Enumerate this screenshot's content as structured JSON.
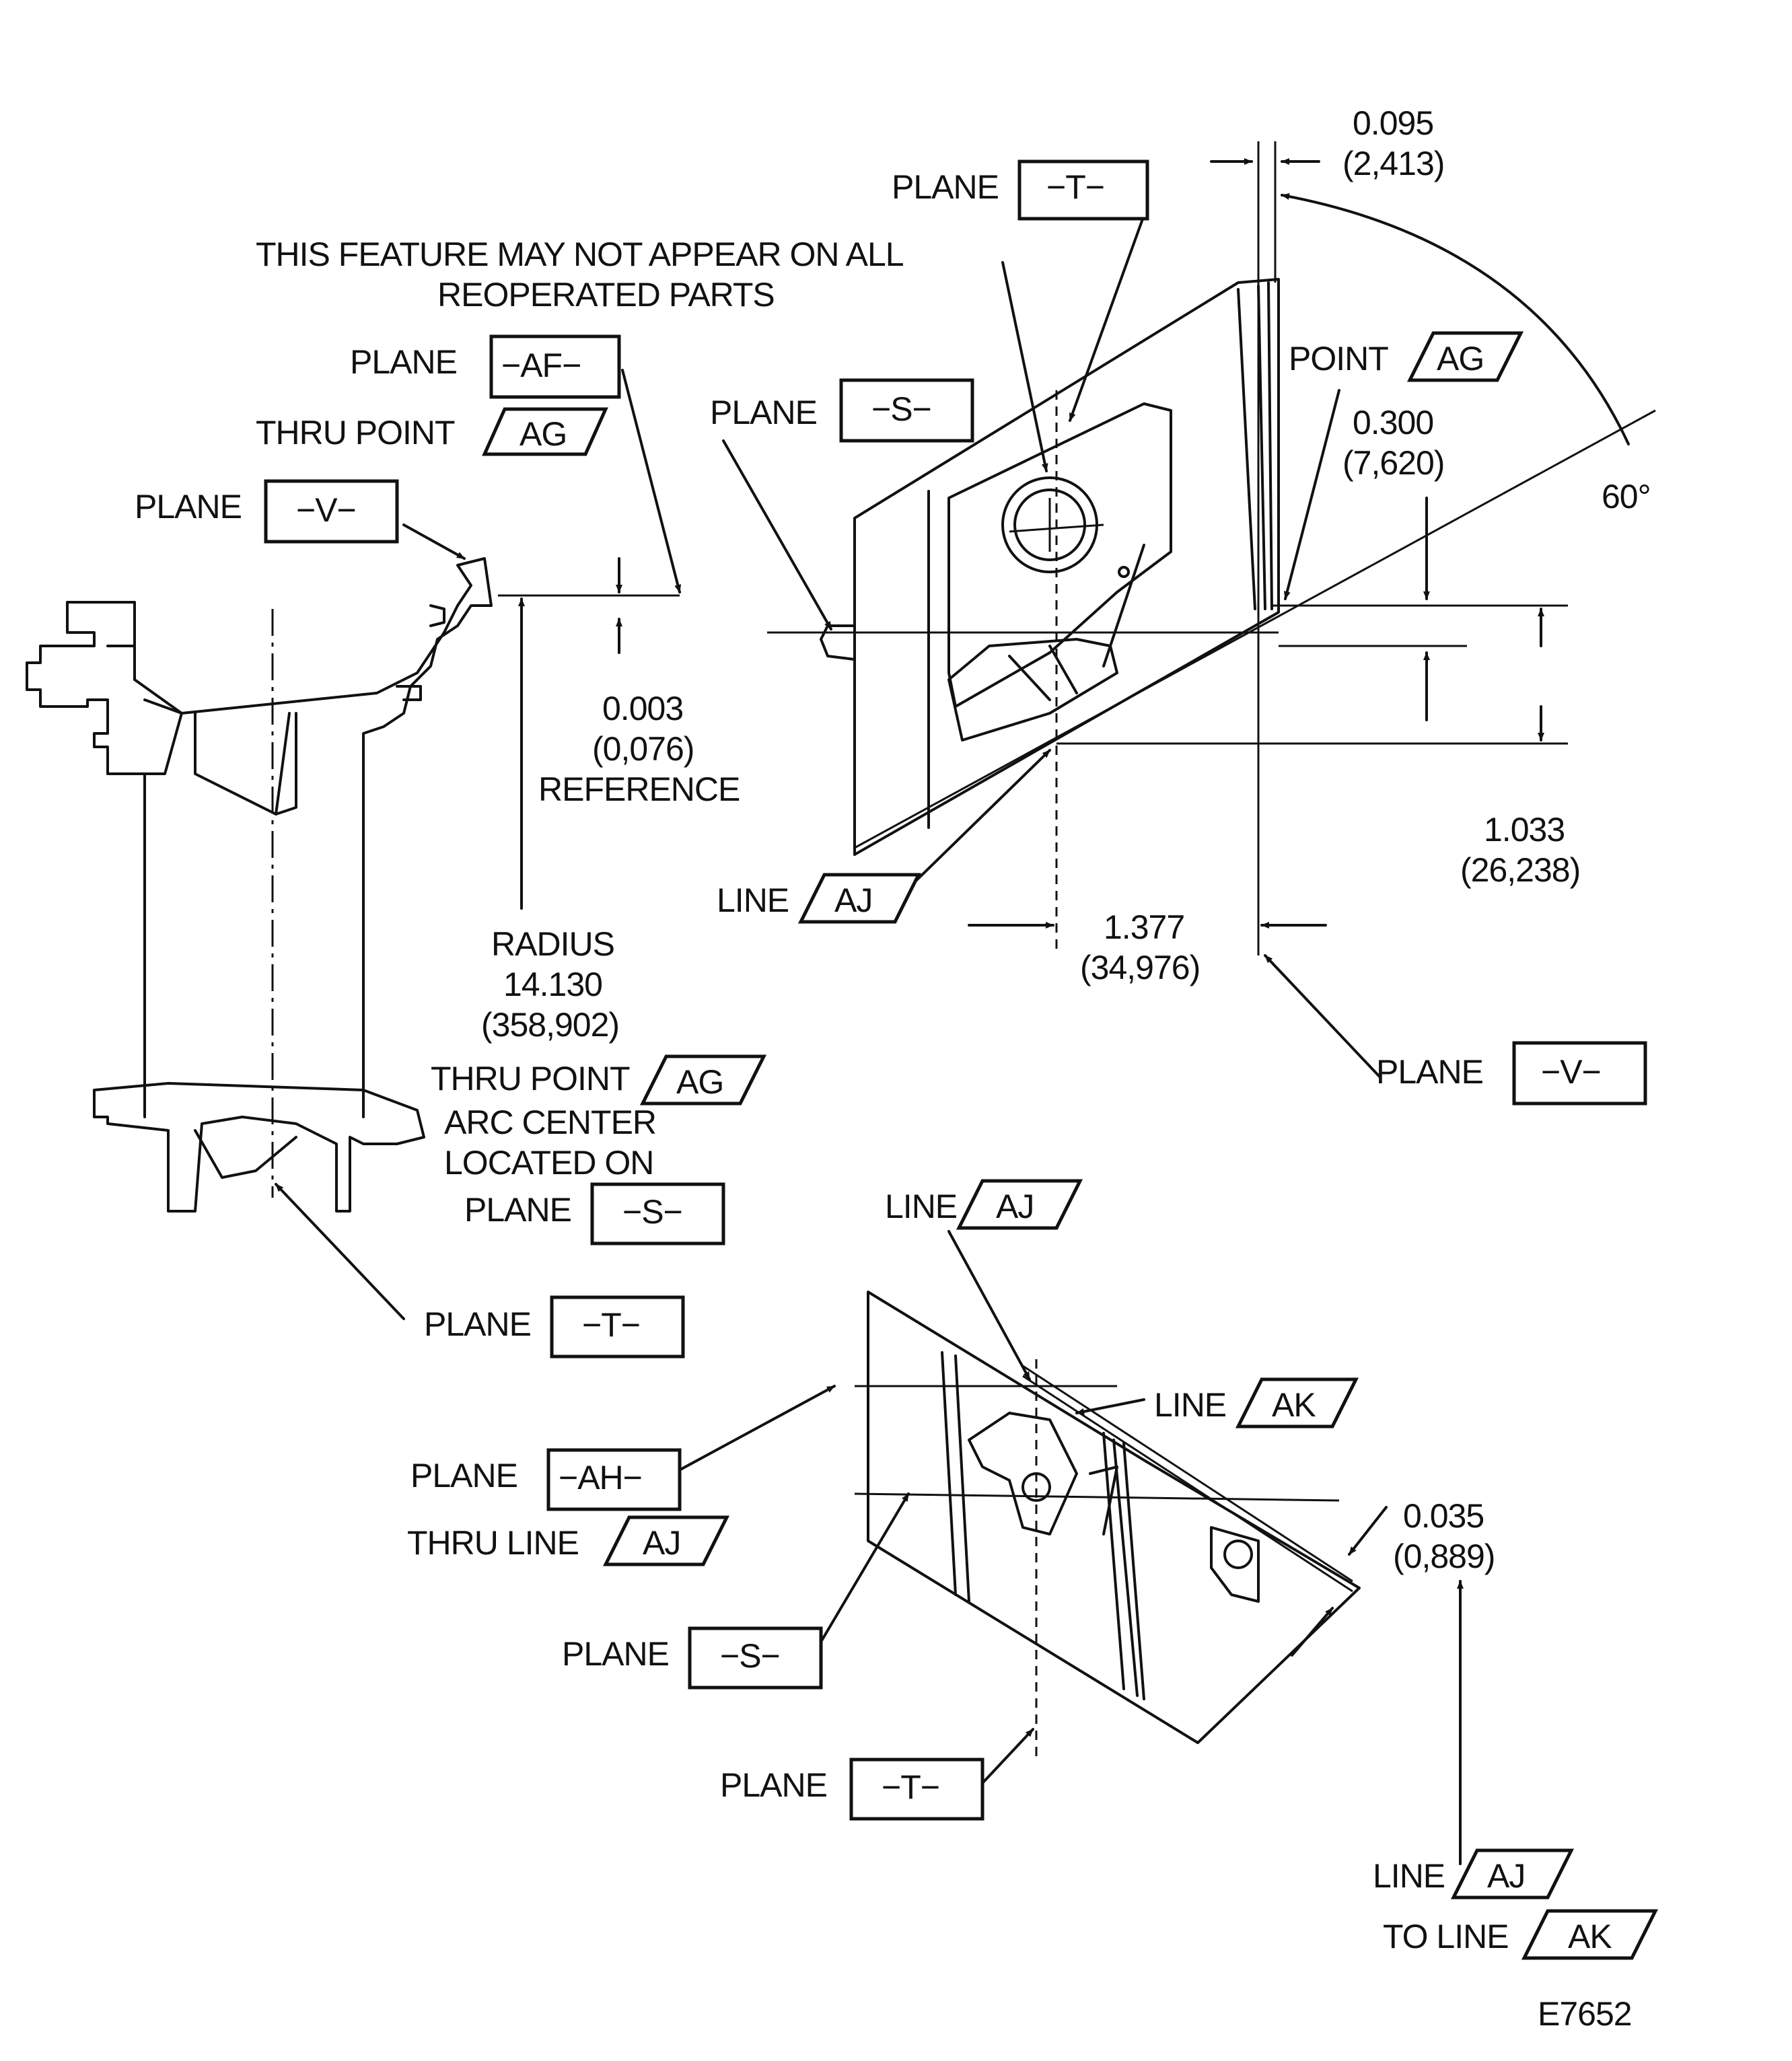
{
  "diagram_id": "E7652",
  "note": [
    "THIS FEATURE MAY NOT APPEAR ON ALL",
    "REOPERATED PARTS"
  ],
  "words": {
    "plane": "PLANE",
    "thru_point": "THRU POINT",
    "point": "POINT",
    "line": "LINE",
    "to_line": "TO LINE",
    "thru_line": "THRU LINE",
    "radius": "RADIUS",
    "arc_center": "ARC CENTER",
    "located_on": "LOCATED ON",
    "reference": "REFERENCE"
  },
  "datums": {
    "T": "−T−",
    "S": "−S−",
    "V": "−V−",
    "AF": "−AF−",
    "AH": "−AH−",
    "AG": "AG",
    "AJ": "AJ",
    "AK": "AK"
  },
  "dimensions": {
    "d0095": {
      "in": "0.095",
      "mm": "(2,413)"
    },
    "d0300": {
      "in": "0.300",
      "mm": "(7,620)"
    },
    "d1033": {
      "in": "1.033",
      "mm": "(26,238)"
    },
    "d1377": {
      "in": "1.377",
      "mm": "(34,976)"
    },
    "d0003": {
      "in": "0.003",
      "mm": "(0,076)"
    },
    "radius": {
      "in": "14.130",
      "mm": "(358,902)"
    },
    "d0035": {
      "in": "0.035",
      "mm": "(0,889)"
    },
    "angle": "60°"
  }
}
